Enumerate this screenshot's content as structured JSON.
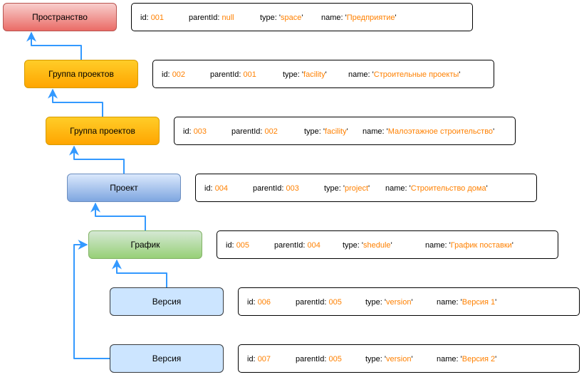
{
  "nodes": {
    "space": "Пространство",
    "facility_1": "Группа проектов",
    "facility_2": "Группа проектов",
    "project": "Проект",
    "schedule": "График",
    "version_1": "Версия",
    "version_2": "Версия"
  },
  "field_labels": {
    "id": "id: ",
    "parent": "parentId: ",
    "type": "type: ",
    "name": "name: "
  },
  "records": [
    {
      "id": "001",
      "parentId": "null",
      "type": "'space'",
      "type_raw": "space",
      "name_raw": "Предприятие"
    },
    {
      "id": "002",
      "parentId": "001",
      "type_raw": "facility",
      "name_raw": "Строительные проекты"
    },
    {
      "id": "003",
      "parentId": "002",
      "type_raw": "facility",
      "name_raw": "Малоэтажное строительство"
    },
    {
      "id": "004",
      "parentId": "003",
      "type_raw": "project",
      "name_raw": "Строительство дома"
    },
    {
      "id": "005",
      "parentId": "004",
      "type_raw": "shedule",
      "name_raw": "График поставки"
    },
    {
      "id": "006",
      "parentId": "005",
      "type_raw": "version",
      "name_raw": "Версия 1"
    },
    {
      "id": "007",
      "parentId": "005",
      "type_raw": "version",
      "name_raw": "Версия 2"
    }
  ],
  "colors": {
    "value": "#ff8000",
    "edge": "#3399ff"
  }
}
